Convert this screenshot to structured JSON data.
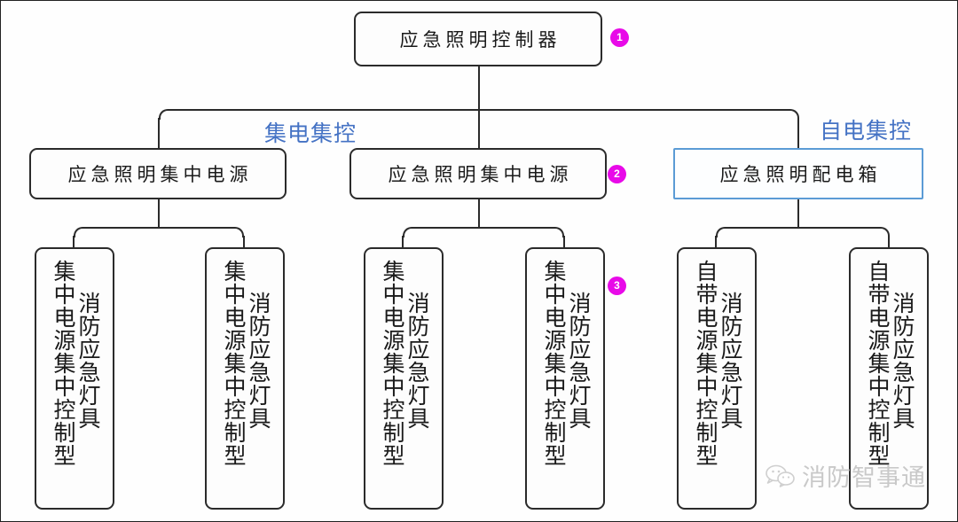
{
  "diagram": {
    "title_node": {
      "label": "应急照明控制器",
      "badge": "1"
    },
    "section_labels": [
      {
        "key": "centralized",
        "text": "集电集控"
      },
      {
        "key": "self_powered",
        "text": "自电集控"
      }
    ],
    "level2": [
      {
        "id": "power-1",
        "label": "应急照明集中电源",
        "badge": null,
        "style": "black"
      },
      {
        "id": "power-2",
        "label": "应急照明集中电源",
        "badge": "2",
        "style": "black"
      },
      {
        "id": "distribution-box",
        "label": "应急照明配电箱",
        "badge": null,
        "style": "blue"
      }
    ],
    "leaves": [
      {
        "id": "leaf-1",
        "lamp": "消防应急灯具",
        "type": "集中电源集中控制型",
        "badge": null
      },
      {
        "id": "leaf-2",
        "lamp": "消防应急灯具",
        "type": "集中电源集中控制型",
        "badge": null
      },
      {
        "id": "leaf-3",
        "lamp": "消防应急灯具",
        "type": "集中电源集中控制型",
        "badge": null
      },
      {
        "id": "leaf-4",
        "lamp": "消防应急灯具",
        "type": "集中电源集中控制型",
        "badge": "3"
      },
      {
        "id": "leaf-5",
        "lamp": "消防应急灯具",
        "type": "自带电源集中控制型",
        "badge": null
      },
      {
        "id": "leaf-6",
        "lamp": "消防应急灯具",
        "type": "自带电源集中控制型",
        "badge": null
      }
    ],
    "watermark": {
      "text": "消防智事通",
      "icon": "wechat-icon"
    },
    "colors": {
      "badge": "#E80AE8",
      "section_label": "#4472C4",
      "blue_box_border": "#5B9BD5",
      "line": "#2B2B2B"
    }
  }
}
